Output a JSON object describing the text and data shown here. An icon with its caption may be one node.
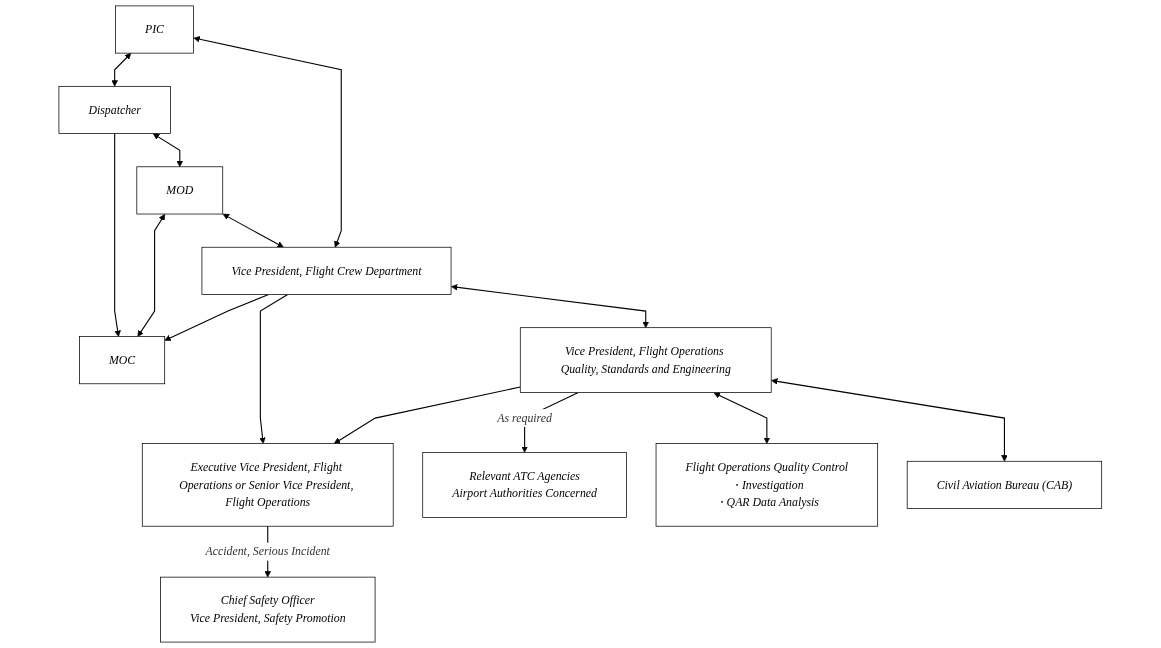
{
  "diagram": {
    "nodes": [
      {
        "text": [
          "PIC"
        ]
      },
      {
        "text": [
          "Dispatcher"
        ]
      },
      {
        "text": [
          "MOC"
        ]
      },
      {
        "text": [
          "Chief Safety Officer",
          "Vice President, Safety Promotion"
        ]
      },
      {
        "text": [
          "MOD"
        ]
      },
      {
        "text": [
          "Vice President, Flight Crew Department"
        ]
      },
      {
        "text": [
          "Executive Vice President, Flight Operations or Senior Vice President, Flight Operations"
        ]
      },
      {
        "text": [
          "Vice President, Flight Operations Quality, Standards and Engineering"
        ]
      },
      {
        "text": [
          "Flight Operations Quality Control",
          "・Investigation",
          "・QAR Data Analysis"
        ]
      },
      {
        "text": [
          "Relevant ATC Agencies",
          "Airport Authorities Concerned"
        ]
      },
      {
        "text": [
          "Civil Aviation Bureau (CAB)"
        ]
      }
    ],
    "edges": [
      {
        "from": 0,
        "to": 1,
        "arrow": "both"
      },
      {
        "from": 1,
        "to": 2,
        "arrow": "to"
      },
      {
        "from": 1,
        "to": 4,
        "arrow": "both"
      },
      {
        "from": 4,
        "to": 2,
        "arrow": "both"
      },
      {
        "from": 0,
        "to": 5,
        "arrow": "both"
      },
      {
        "from": 4,
        "to": 5,
        "arrow": "both"
      },
      {
        "from": 5,
        "to": 2,
        "arrow": "to"
      },
      {
        "from": 5,
        "to": 6,
        "arrow": "to"
      },
      {
        "from": 6,
        "to": 3,
        "arrow": "to",
        "label": "Accident, Serious Incident"
      },
      {
        "from": 5,
        "to": 7,
        "arrow": "both"
      },
      {
        "from": 7,
        "to": 6,
        "arrow": "to"
      },
      {
        "from": 7,
        "to": 9,
        "arrow": "to",
        "label": "As required"
      },
      {
        "from": 7,
        "to": 8,
        "arrow": "both"
      },
      {
        "from": 7,
        "to": 10,
        "arrow": "both"
      }
    ]
  }
}
